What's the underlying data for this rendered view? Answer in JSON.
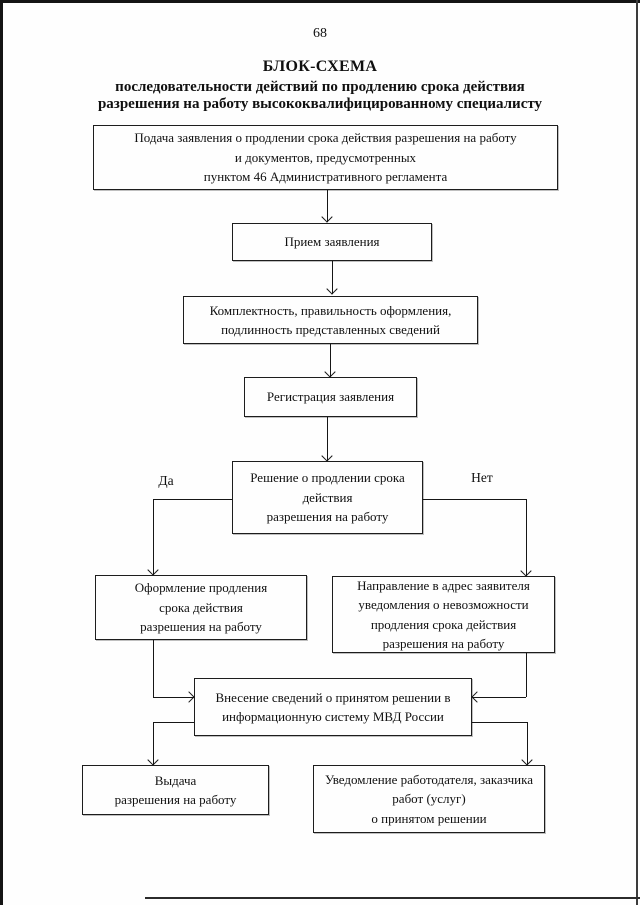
{
  "page": {
    "number": "68",
    "title": "БЛОК-СХЕМА",
    "subtitle_line1": "последовательности действий по продлению срока действия",
    "subtitle_line2": "разрешения на работу высококвалифицированному специалисту"
  },
  "labels": {
    "yes": "Да",
    "no": "Нет"
  },
  "boxes": {
    "submit": {
      "lines": [
        "Подача заявления о продлении срока действия разрешения на работу",
        "и документов, предусмотренных",
        "пунктом 46 Административного регламента"
      ]
    },
    "accept": {
      "lines": [
        "Прием заявления"
      ]
    },
    "check": {
      "lines": [
        "Комплектность, правильность оформления,",
        "подлинность представленных сведений"
      ]
    },
    "register": {
      "lines": [
        "Регистрация заявления"
      ]
    },
    "decision": {
      "lines": [
        "Решение о продлении срока",
        "действия",
        "разрешения на работу"
      ]
    },
    "extend": {
      "lines": [
        "Оформление продления",
        "срока действия",
        "разрешения на работу"
      ]
    },
    "refusal": {
      "lines": [
        "Направление в адрес заявителя",
        "уведомления о невозможности",
        "продления срока действия",
        "разрешения на работу"
      ]
    },
    "record": {
      "lines": [
        "Внесение сведений о принятом решении в",
        "информационную систему МВД России"
      ]
    },
    "issue": {
      "lines": [
        "Выдача",
        "разрешения на работу"
      ]
    },
    "notify": {
      "lines": [
        "Уведомление работодателя, заказчика",
        "работ (услуг)",
        "о принятом решении"
      ]
    }
  }
}
